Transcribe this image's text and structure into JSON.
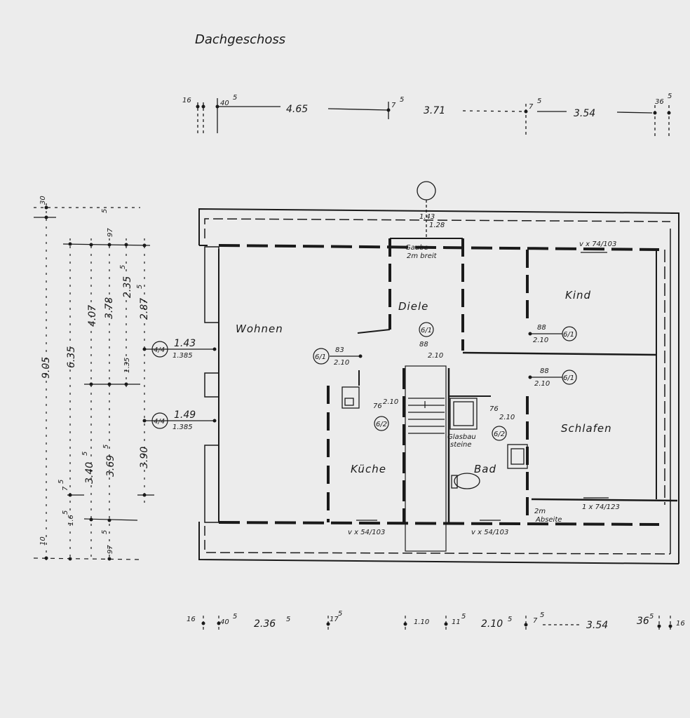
{
  "title": "Dachgeschoss",
  "rooms": {
    "wohnen": "Wohnen",
    "diele": "Diele",
    "kind": "Kind",
    "schlafen": "Schlafen",
    "kuche": "Küche",
    "bad": "Bad",
    "gaube": "Gaube",
    "gaube_sub": "2m breit",
    "abseite_m": "2m",
    "abseite": "Abseite",
    "glas": "Glasbau",
    "steine": "steine"
  },
  "windows": {
    "top": "v x 74/103",
    "bottom_right": "1 x 74/123",
    "bottom_kuche": "v x 54/103",
    "bottom_bad": "v x 54/103"
  },
  "doors": {
    "d1_w": "1.43",
    "d1_h": "1.385",
    "d1_tag": "4/4",
    "d2_w": "1.49",
    "d2_h": "1.385",
    "d2_tag": "4/4",
    "d3_w": "83",
    "d3_h": "2.10",
    "d3_tag": "6/1",
    "d4_w": "88",
    "d4_h": "2.10",
    "d4_tag": "6/1",
    "d5_w": "88",
    "d5_h": "2.10",
    "d5_tag": "6/1",
    "d6_w": "88",
    "d6_h": "2.10",
    "d6_tag": "6/1",
    "d7_w": "76",
    "d7_h": "2.10",
    "d7_tag": "6/2",
    "d8_w": "76",
    "d8_h": "2.10",
    "d8_tag": "6/2",
    "top_a": "1.43",
    "top_b": "1.28"
  },
  "top_dims": {
    "a": "16",
    "b": "40",
    "b_sup": "5",
    "c": "4.65",
    "d": "7",
    "d_sup": "5",
    "e": "3.71",
    "f": "7",
    "f_sup": "5",
    "g": "3.54",
    "h": "36",
    "h_sup": "5"
  },
  "bottom_dims": {
    "a": "16",
    "b": "40",
    "b_sup": "5",
    "c": "2.36",
    "c_sup": "5",
    "d": "17",
    "d_sup": "5",
    "e": "1.10",
    "f": "11",
    "f_sup": "5",
    "g": "2.10",
    "g_sup": "5",
    "h": "7",
    "h_sup": "5",
    "i": "3.54",
    "j": "36",
    "j_sup": "5",
    "k": "16"
  },
  "left_dims": {
    "total": "9.05",
    "a": "6.35",
    "b": "4.07",
    "c": "3.78",
    "d": "2.35",
    "d_sup": "5",
    "e": "2.87",
    "e_sup": "5",
    "f": "1.35",
    "g": "3.40",
    "g_sup": "5",
    "h": "3.69",
    "h_sup": "5",
    "i": "3.90",
    "j": "97",
    "j_sup": "5",
    "k": "30",
    "l": "97",
    "l_sup": "5",
    "m": "10",
    "n": "7",
    "n_sup": "5",
    "o": "1.6",
    "o_sup": "5"
  }
}
